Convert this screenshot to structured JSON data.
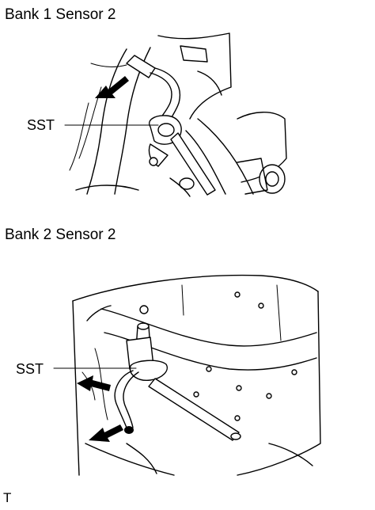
{
  "panels": [
    {
      "title": "Bank 1 Sensor 2",
      "callout": "SST"
    },
    {
      "title": "Bank 2 Sensor 2",
      "callout": "SST"
    }
  ],
  "footer": "T"
}
